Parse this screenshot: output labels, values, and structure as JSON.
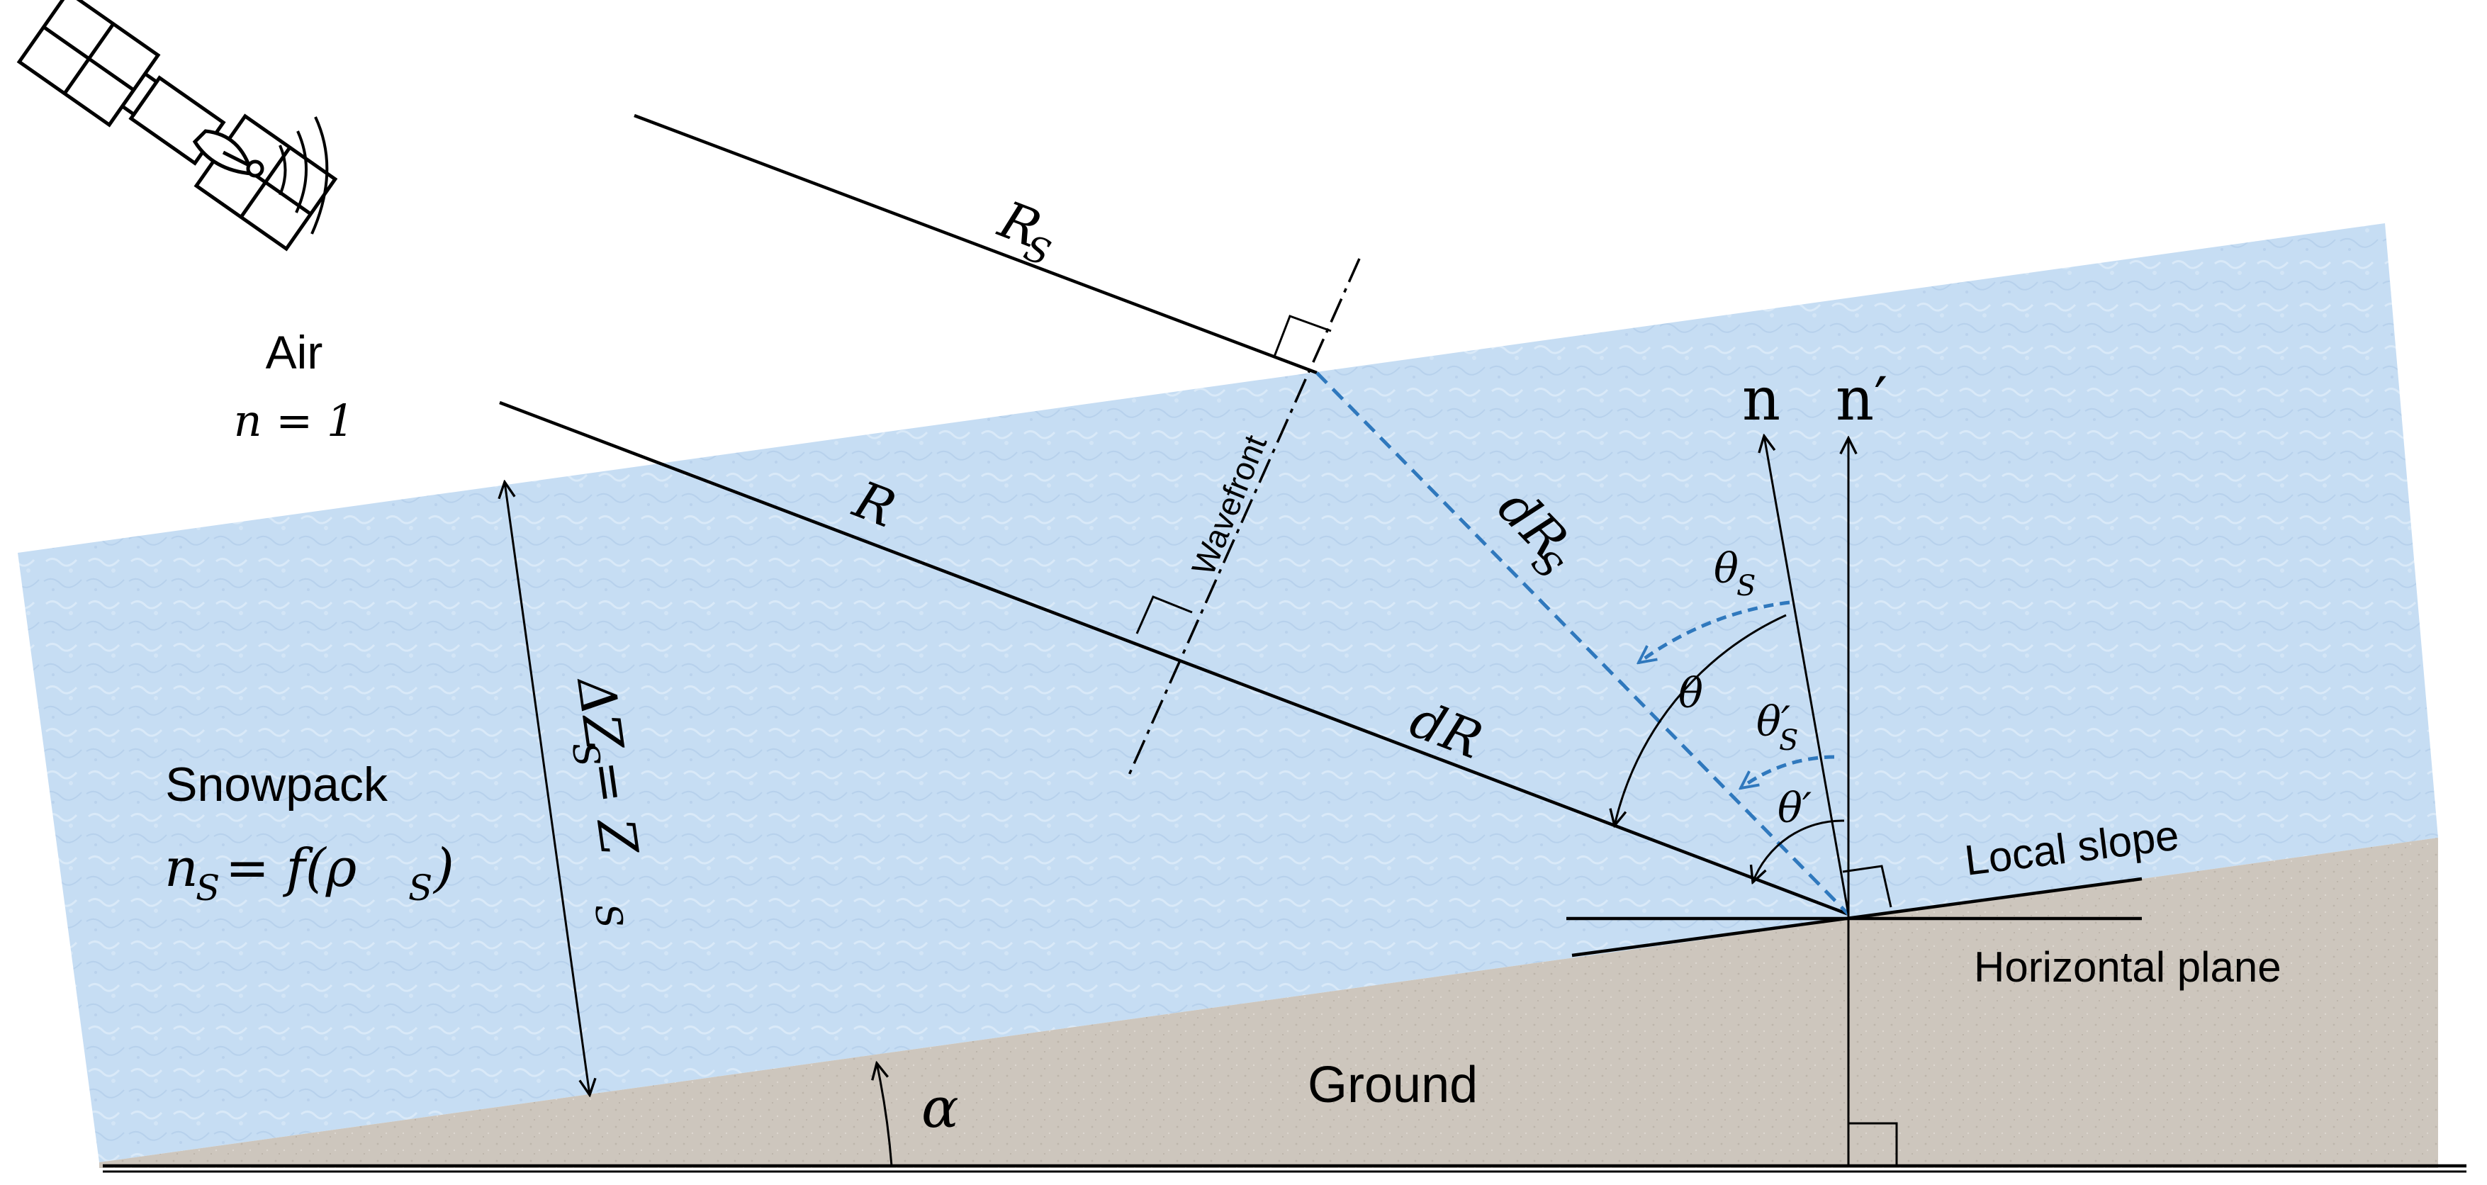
{
  "labels": {
    "air": "Air",
    "air_n": "n = 1",
    "rs": "R",
    "rs_sub": "S",
    "r": "R",
    "wavefront": "Wavefront",
    "drs": "dR",
    "drs_sub": "S",
    "dr": "dR",
    "n": "n",
    "nprime": "n′",
    "theta_s": "θ",
    "theta_s_sub": "S",
    "theta": "θ",
    "theta_s_prime": "θ′",
    "theta_s_prime_sub": "S",
    "theta_prime": "θ′",
    "local_slope": "Local slope",
    "horizontal_plane": "Horizontal plane",
    "ground": "Ground",
    "alpha": "α",
    "snowpack": "Snowpack",
    "snowpack_n": "n",
    "snowpack_n_sub": "S",
    "snowpack_eq": "= f(ρ",
    "snowpack_rho_sub": "S",
    "snowpack_close": ")",
    "dz": "ΔZ",
    "dz_sub": "S",
    "dz_eq": " = Z",
    "dz_sub2": "S"
  },
  "colors": {
    "snow": "#c3dbf2",
    "snow_light": "#d6e7f7",
    "ground": "#cbc4bb",
    "ground_light": "#d6d0c8",
    "ray_dashed": "#2f78bd",
    "line": "#000000"
  },
  "icons": [
    "satellite-icon"
  ]
}
